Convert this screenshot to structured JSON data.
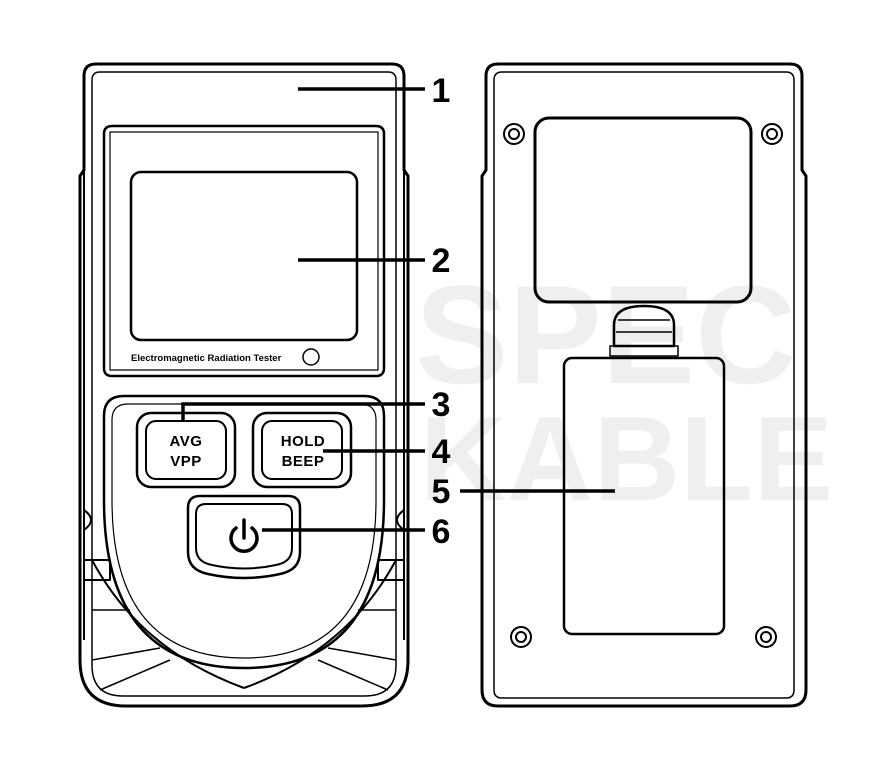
{
  "device_label": "Electromagnetic Radiation Tester",
  "buttons": {
    "avg_vpp": [
      "AVG",
      "VPP"
    ],
    "hold_beep": [
      "HOLD",
      "BEEP"
    ],
    "power_icon": "power-icon"
  },
  "callouts": [
    "1",
    "2",
    "3",
    "4",
    "5",
    "6"
  ],
  "watermark": [
    "SPEC",
    "KABLE"
  ],
  "colors": {
    "line": "#000000",
    "background": "#ffffff"
  }
}
